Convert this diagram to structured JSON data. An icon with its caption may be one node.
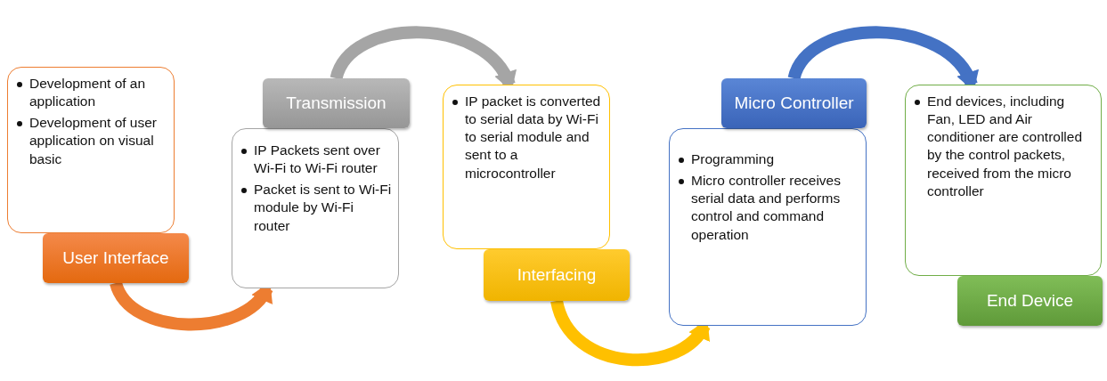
{
  "diagram": {
    "nodes": [
      {
        "text": [
          "Development of an application",
          "Development of user application on visual basic"
        ]
      },
      {
        "text": [
          "User Interface"
        ]
      },
      {
        "text": [
          "Transmission"
        ]
      },
      {
        "text": [
          "IP Packets sent over Wi-Fi to Wi-Fi router",
          "Packet is sent to Wi-Fi  module by Wi-Fi router"
        ]
      },
      {
        "text": [
          "IP packet is converted to serial data by Wi-Fi to serial module and sent to a microcontroller"
        ]
      },
      {
        "text": [
          "Interfacing"
        ]
      },
      {
        "text": [
          "Micro Controller"
        ]
      },
      {
        "text": [
          "Programming",
          "Micro controller receives serial data and performs control and command operation"
        ]
      },
      {
        "text": [
          "End devices, including Fan, LED and Air conditioner are controlled by the control packets, received from the micro controller"
        ]
      },
      {
        "text": [
          "End Device"
        ]
      }
    ],
    "edges": [
      {
        "from": 1,
        "to": 3,
        "arrow": "to",
        "color": "#ed7d31"
      },
      {
        "from": 2,
        "to": 4,
        "arrow": "to",
        "color": "#a5a5a5"
      },
      {
        "from": 5,
        "to": 7,
        "arrow": "to",
        "color": "#ffc000"
      },
      {
        "from": 6,
        "to": 8,
        "arrow": "to",
        "color": "#4472c4"
      }
    ]
  }
}
